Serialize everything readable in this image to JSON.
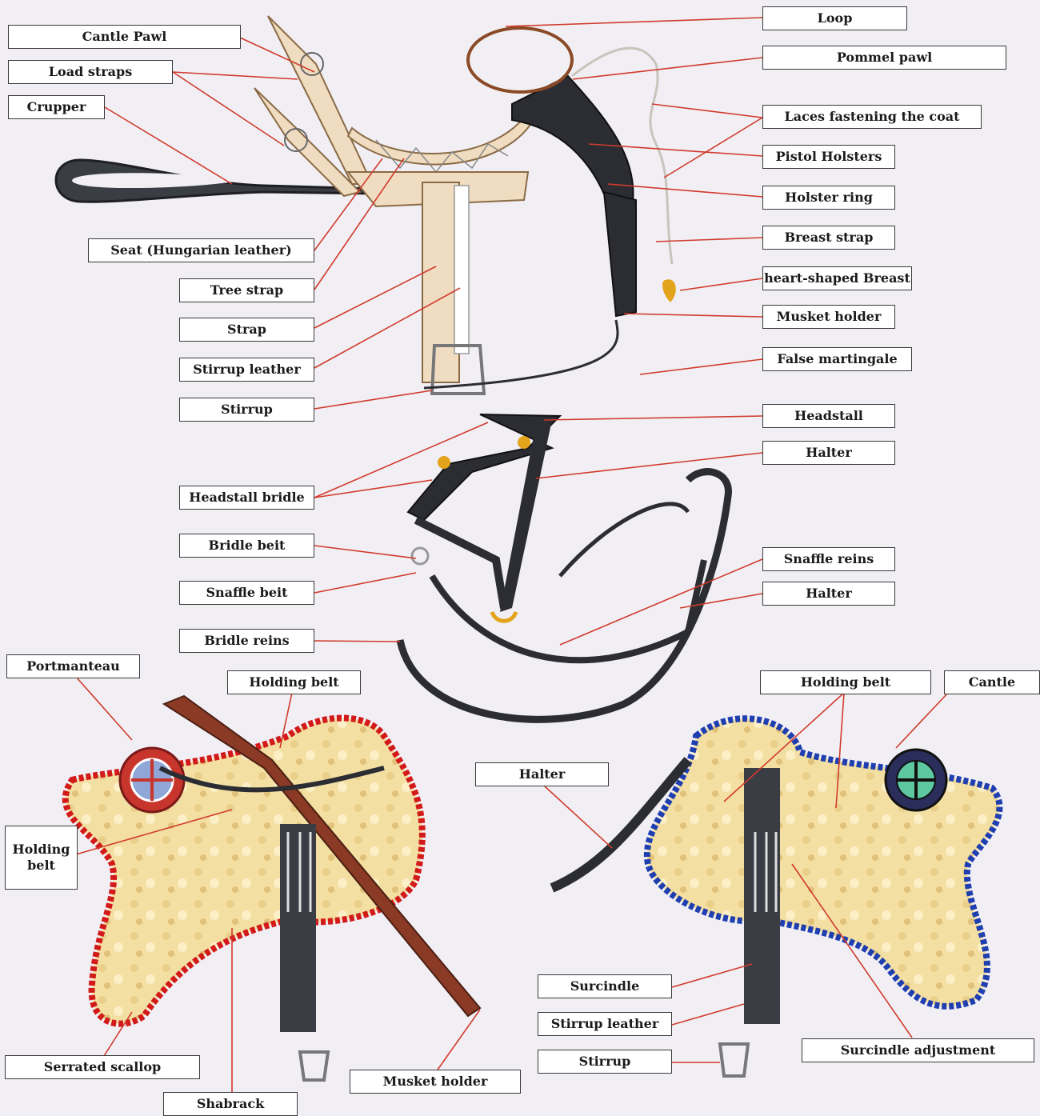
{
  "labels": {
    "cantle_pawl": "Cantle Pawl",
    "load_straps": "Load straps",
    "crupper": "Crupper",
    "seat": "Seat (Hungarian leather)",
    "tree_strap": "Tree strap",
    "strap": "Strap",
    "stirrup_leather_top": "Stirrup leather",
    "stirrup_top": "Stirrup",
    "loop": "Loop",
    "pommel_pawl": "Pommel pawl",
    "laces": "Laces fastening the coat",
    "pistol_holsters": "Pistol Holsters",
    "holster_ring": "Holster ring",
    "breast_strap": "Breast strap",
    "heart_breast": "heart-shaped Breast",
    "musket_holder_top": "Musket holder",
    "false_martingale": "False martingale",
    "headstall": "Headstall",
    "halter_1": "Halter",
    "headstall_bridle": "Headstall bridle",
    "bridle_beit": "Bridle beit",
    "snaffle_beit": "Snaffle beit",
    "bridle_reins": "Bridle reins",
    "snaffle_reins": "Snaffle reins",
    "halter_2": "Halter",
    "portmanteau": "Portmanteau",
    "holding_belt_left_top": "Holding belt",
    "holding_belt_left_side": "Holding belt",
    "serrated_scallop": "Serrated scallop",
    "shabrack": "Shabrack",
    "musket_holder_bottom": "Musket holder",
    "halter_3": "Halter",
    "holding_belt_right": "Holding belt",
    "cantle": "Cantle",
    "surcindle": "Surcindle",
    "stirrup_leather_bottom": "Stirrup leather",
    "stirrup_bottom": "Stirrup",
    "surcindle_adjustment": "Surcindle adjustment"
  },
  "colors": {
    "leader_line": "#d13a2c",
    "label_border": "#3a3a3a",
    "leather_black": "#2b2d33",
    "tree_wood": "#f0dcc0",
    "fleece": "#f3dfa2",
    "scallop_red": "#d31a1a",
    "scallop_blue": "#1f3fb0"
  }
}
